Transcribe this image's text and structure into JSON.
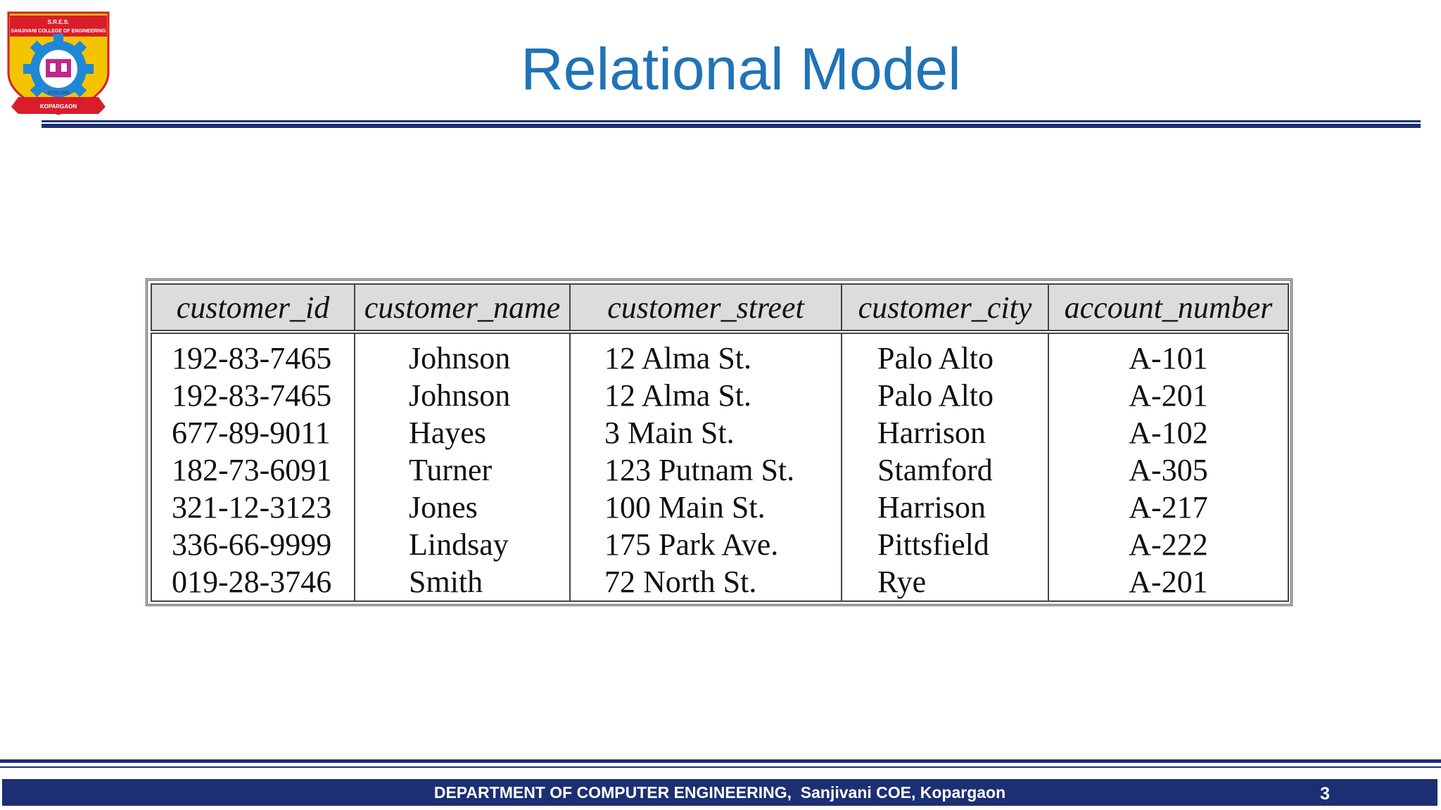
{
  "slide": {
    "title": "Relational Model",
    "logo_text": {
      "top": "S.R.E.S.",
      "college": "SANJIVANI COLLEGE OF ENGINEERING",
      "estd": "ESTD.1983",
      "place": "KOPARGAON"
    }
  },
  "table": {
    "columns": [
      "customer_id",
      "customer_name",
      "customer_street",
      "customer_city",
      "account_number"
    ],
    "rows": [
      [
        "192-83-7465",
        "Johnson",
        "12 Alma St.",
        "Palo Alto",
        "A-101"
      ],
      [
        "192-83-7465",
        "Johnson",
        "12 Alma St.",
        "Palo Alto",
        "A-201"
      ],
      [
        "677-89-9011",
        "Hayes",
        "3 Main St.",
        "Harrison",
        "A-102"
      ],
      [
        "182-73-6091",
        "Turner",
        "123 Putnam St.",
        "Stamford",
        "A-305"
      ],
      [
        "321-12-3123",
        "Jones",
        "100 Main St.",
        "Harrison",
        "A-217"
      ],
      [
        "336-66-9999",
        "Lindsay",
        "175 Park Ave.",
        "Pittsfield",
        "A-222"
      ],
      [
        "019-28-3746",
        "Smith",
        "72 North St.",
        "Rye",
        "A-201"
      ]
    ]
  },
  "footer": {
    "text": "DEPARTMENT OF COMPUTER ENGINEERING,  Sanjivani COE, Kopargaon",
    "page_number": "3"
  },
  "colors": {
    "title": "#1f73b7",
    "rule": "#1c2f73",
    "footer_bg": "#1c2f73",
    "logo_gear": "#1e88d6",
    "logo_shield": "#f5c400",
    "logo_red": "#d81e2a",
    "logo_magenta": "#c0288a"
  }
}
